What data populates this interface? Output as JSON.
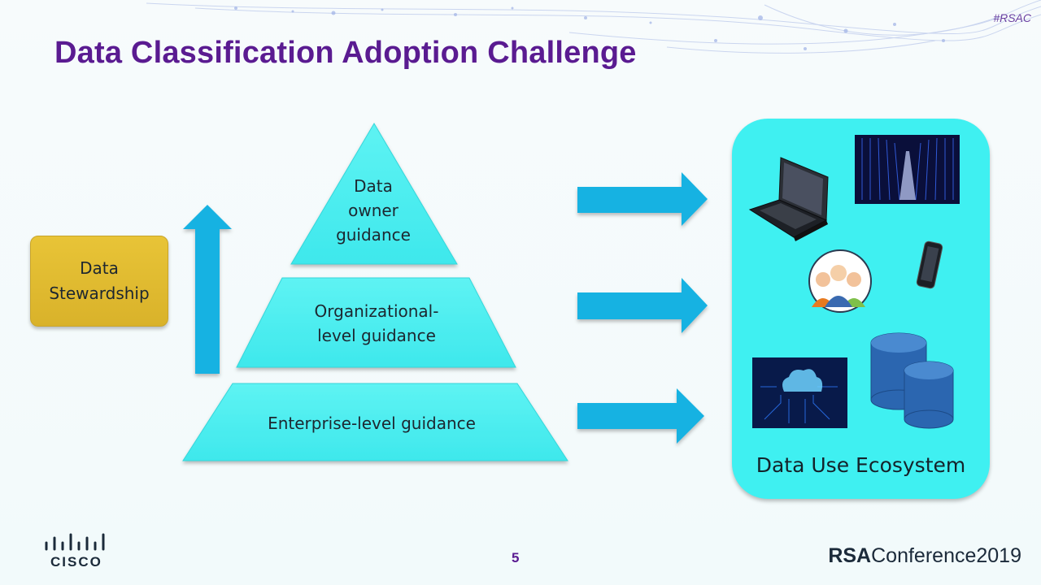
{
  "header": {
    "hashtag": "#RSAC",
    "title": "Data Classification Adoption Challenge"
  },
  "stewardship": {
    "line1": "Data",
    "line2": "Stewardship"
  },
  "pyramid": {
    "top": {
      "line1": "Data",
      "line2": "owner",
      "line3": "guidance"
    },
    "middle": {
      "line1": "Organizational-",
      "line2": "level guidance"
    },
    "bottom": {
      "line1": "Enterprise-level guidance"
    }
  },
  "ecosystem": {
    "label": "Data Use Ecosystem",
    "icons": [
      "laptop-icon",
      "server-room-icon",
      "people-group-icon",
      "smartphone-icon",
      "cloud-network-icon",
      "database-icon"
    ]
  },
  "footer": {
    "company_logo": "CISCO",
    "page_number": "5",
    "conference_brand": "RSA",
    "conference_name": "Conference2019"
  },
  "colors": {
    "title": "#5a1b91",
    "pyramid": "#47eef0",
    "arrows": "#12b2e2",
    "stewardship": "#e1bc32",
    "ecosystem": "#3ff0f1"
  }
}
